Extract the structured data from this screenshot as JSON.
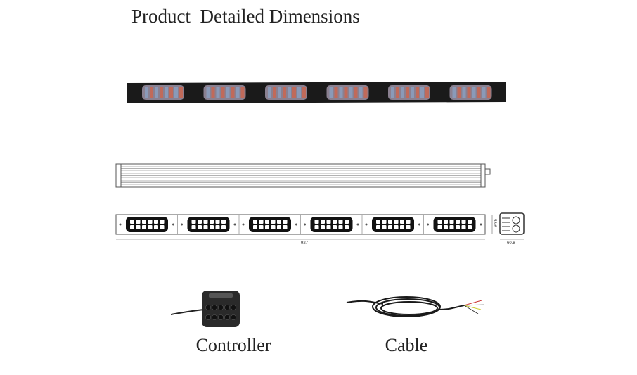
{
  "title": "Product  Detailed Dimensions",
  "dimensions": {
    "length": "927",
    "height": "53.6",
    "width": "60.8"
  },
  "captions": {
    "controller": "Controller",
    "cable": "Cable"
  },
  "modules": 6,
  "colors": {
    "bar": "#1a1a1a",
    "text": "#222222"
  }
}
